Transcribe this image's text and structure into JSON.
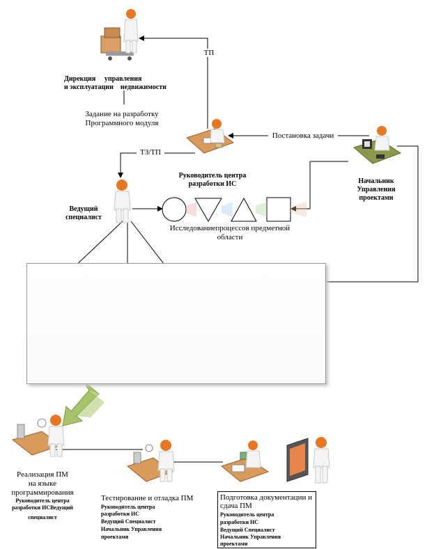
{
  "labels": {
    "tp_top": "ТП",
    "direction_line1": "Дирекция     управления",
    "direction_line2": "и эксплуатации    недвижимости",
    "task_line1": "Задание на разработку",
    "task_line2": "Программного модуля",
    "statement": "Постановка задачи",
    "tz_tp": "ТЗ/ТП",
    "head_line1": "Руководитель центра",
    "head_line2": "разработки ИС",
    "chief_line1": "Начальник",
    "chief_line2": "Управления",
    "chief_line3": "проектами",
    "lead_line1": "Ведущий",
    "lead_line2": "специалист",
    "research_line1": "Исследованиепроцессов предметной",
    "research_line2": "области",
    "impl_line1": "Реализация ПМ",
    "impl_line2": "на языке",
    "impl_line3": "программирования",
    "impl_line4": "Руководитель центра",
    "impl_line5": "разработки ИСВедущий",
    "impl_line6": "специалист",
    "test_title": "Тестирование и отладка ПМ",
    "test_line1": "Руководитель центра",
    "test_line2": "разработки ИС",
    "test_line3": "Ведущий Специалист",
    "test_line4": "Начальник Управления",
    "test_line5": "проектами",
    "doc_title_line1": "Подготовка документации и",
    "doc_title_line2": "сдача ПМ",
    "doc_line1": "Руководитель центра",
    "doc_line2": "разработки ИС",
    "doc_line3": "Ведущий Специалист",
    "doc_line4": "Начальник Управления",
    "doc_line5": "проектами"
  },
  "colors": {
    "person_head": "#e87722",
    "person_body": "#f4f4f4",
    "desk": "#d99a5a",
    "arrow_green": "#a8c46a"
  }
}
